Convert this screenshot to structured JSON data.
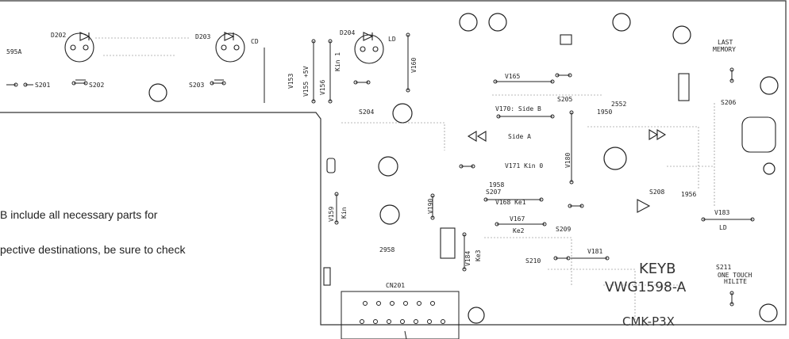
{
  "board_title": "KEYB",
  "board_part_number": "VWG1598-A",
  "board_model": "CMK-P3X",
  "last_memory_label": "LAST\nMEMORY",
  "one_touch_label": "ONE TOUCH\nHILITE",
  "notes": [
    "B include all necessary parts for",
    "pective destinations, be sure to check"
  ],
  "switches": [
    "S201",
    "S202",
    "S203",
    "S204",
    "S205",
    "S206",
    "S207",
    "S208",
    "S209",
    "S210",
    "S211"
  ],
  "leds": [
    "D202",
    "D203",
    "D204"
  ],
  "connectors": [
    "CN201"
  ],
  "wire_labels": {
    "v153": "V153",
    "v155": "V155 +5V",
    "v156": "V156",
    "v156_kin": "Kin 1",
    "v160": "V160",
    "v165": "V165",
    "v170": "V170: Side B",
    "v180": "V180",
    "v180_side": "Side A",
    "v171": "V171 Kin 0",
    "v168": "V168 Ke1",
    "v167": "V167",
    "v167_sub": "Ke2",
    "v159": "V159",
    "v159_sub": "Kin",
    "v184": "V184",
    "v184_sub": "Ke3",
    "v181": "V181",
    "v183": "V183",
    "v183_sub": "LD",
    "v190": "V190",
    "s95a": "595A",
    "cd": "CD",
    "ld": "LD",
    "ic_a": "1950",
    "ic_b": "2552",
    "ic_c": "1958",
    "ic_d": "1956",
    "r298": "2958"
  }
}
